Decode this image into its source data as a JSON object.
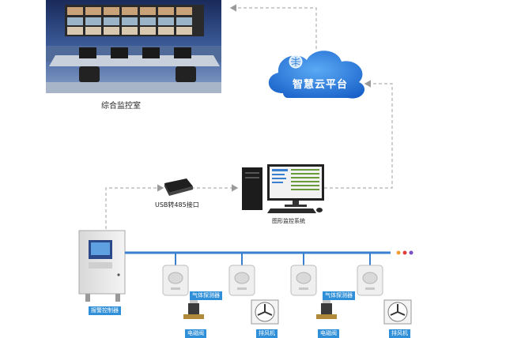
{
  "labels": {
    "control_room": "综合监控室",
    "cloud": "智慧云平台",
    "usb_converter": "USB转485接口",
    "monitor_system": "图形监控系统",
    "controller": "报警控制器"
  },
  "detectors": [
    {
      "tag": "气体探测器"
    },
    {
      "tag": "气体探测器"
    }
  ],
  "valves": [
    {
      "tag": "电磁阀"
    },
    {
      "tag": "电磁阀"
    }
  ],
  "fans": [
    {
      "tag": "排风机"
    },
    {
      "tag": "排风机"
    }
  ],
  "colors": {
    "bus_line": "#3a7fd0",
    "connector_dash": "#b0b0b0",
    "tag_bg": "#2f8fd8",
    "cloud": "#1e6fd0"
  }
}
